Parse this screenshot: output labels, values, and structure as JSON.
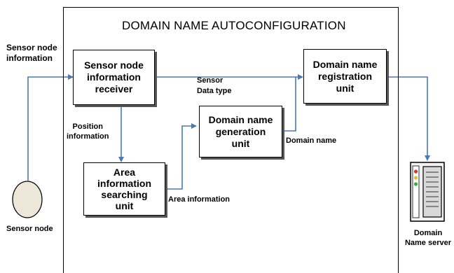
{
  "diagram": {
    "title": "DOMAIN NAME AUTOCONFIGURATION",
    "boxes": {
      "receiver": "Sensor node\ninformation\nreceiver",
      "registration": "Domain name\nregistration\nunit",
      "generation": "Domain name\ngeneration\nunit",
      "area_search": "Area\ninformation\nsearching\nunit"
    },
    "labels": {
      "sensor_node_info": "Sensor node\ninformation",
      "sensor_data_type": "Sensor\nData type",
      "position_info": "Position\ninformation",
      "domain_name": "Domain name",
      "area_info": "Area information",
      "sensor_node": "Sensor node",
      "dns": "Domain\nName server"
    },
    "colors": {
      "arrow": "#4a78b8",
      "box_shadow": "#555555",
      "node_fill": "#ece7d8",
      "server_fill": "#f2f2f2",
      "led_red": "#e03030",
      "led_yellow": "#e0c020",
      "led_green": "#30b040"
    }
  }
}
